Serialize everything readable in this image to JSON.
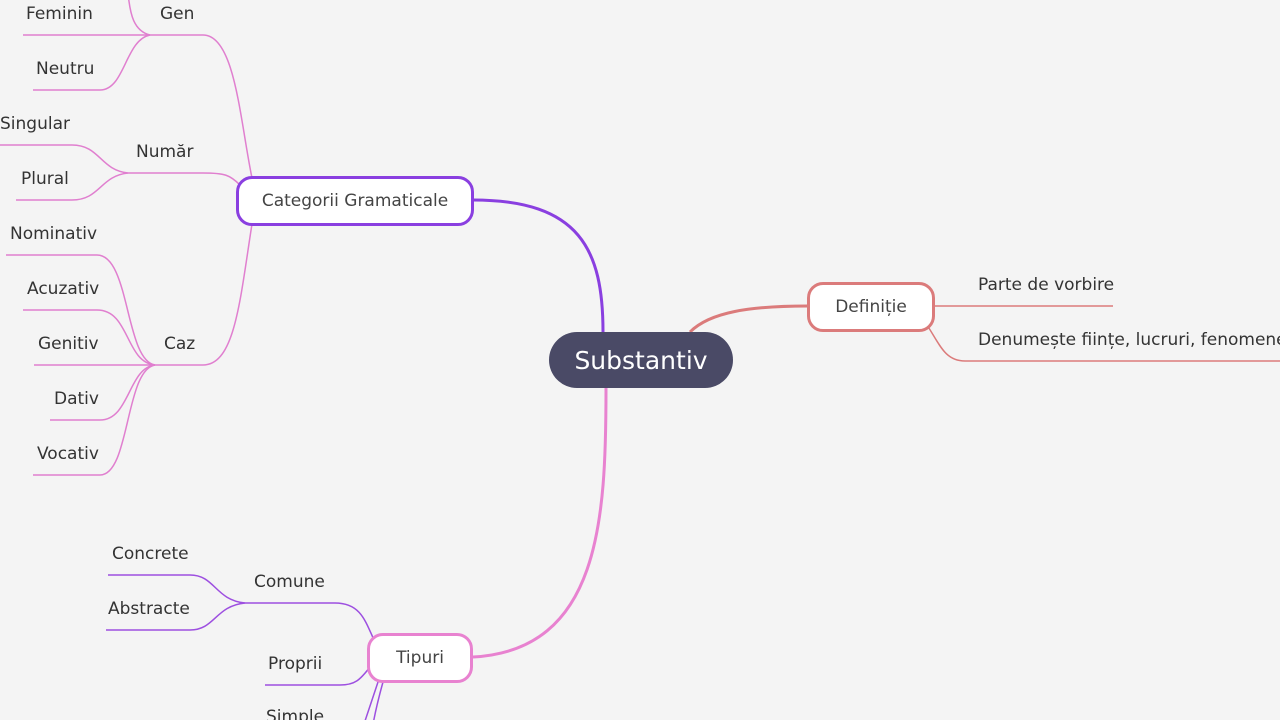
{
  "root": {
    "label": "Substantiv"
  },
  "colors": {
    "background": "#f4f4f4",
    "root": "#4a4a66",
    "categorii": "#8a3fe0",
    "gramatical_leaves": "#e07fcf",
    "definitie": "#db7b7b",
    "tipuri": "#e882d0",
    "tipuri_leaves": "#9d4fe0"
  },
  "branches": {
    "categorii": {
      "label": "Categorii Gramaticale",
      "groups": {
        "gen": {
          "label": "Gen",
          "items": [
            "Feminin",
            "Neutru"
          ]
        },
        "numar": {
          "label": "Număr",
          "items": [
            "Singular",
            "Plural"
          ]
        },
        "caz": {
          "label": "Caz",
          "items": [
            "Nominativ",
            "Acuzativ",
            "Genitiv",
            "Dativ",
            "Vocativ"
          ]
        }
      }
    },
    "definitie": {
      "label": "Definiție",
      "items": [
        "Parte de vorbire",
        "Denumește ființe, lucruri, fenomene"
      ]
    },
    "tipuri": {
      "label": "Tipuri",
      "groups": {
        "comune": {
          "label": "Comune",
          "items": [
            "Concrete",
            "Abstracte"
          ]
        },
        "proprii": {
          "label": "Proprii"
        },
        "simple": {
          "label": "Simple"
        }
      }
    }
  }
}
